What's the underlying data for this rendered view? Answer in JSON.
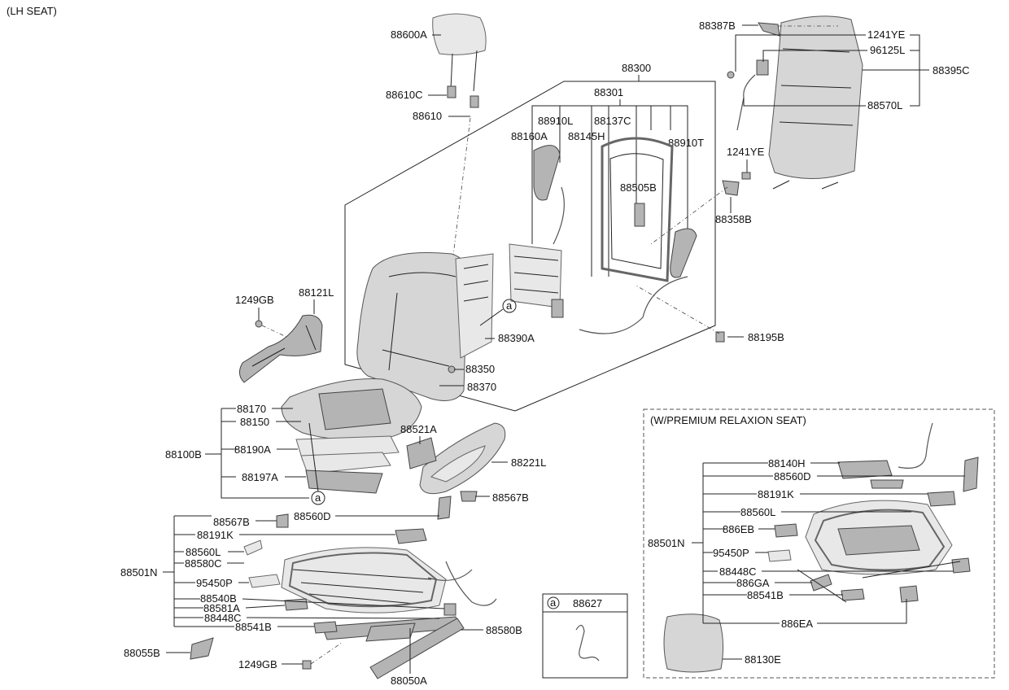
{
  "header": {
    "title": "(LH SEAT)"
  },
  "premium_box": {
    "title": "(W/PREMIUM RELAXION SEAT)"
  },
  "legend_box": {
    "symbol": "a",
    "part": "88627"
  },
  "callouts": {
    "c88600A": "88600A",
    "c88610C": "88610C",
    "c88610": "88610",
    "c88300": "88300",
    "c88301": "88301",
    "c88910L": "88910L",
    "c88137C": "88137C",
    "c88160A": "88160A",
    "c88145H": "88145H",
    "c88910T": "88910T",
    "c88505B": "88505B",
    "c88387B": "88387B",
    "c1241YE_a": "1241YE",
    "c96125L": "96125L",
    "c88395C": "88395C",
    "c88570L": "88570L",
    "c1241YE_b": "1241YE",
    "c88358B": "88358B",
    "c1249GB_a": "1249GB",
    "c88121L": "88121L",
    "c88390A": "88390A",
    "c88195B": "88195B",
    "c88350": "88350",
    "c88370": "88370",
    "c88170": "88170",
    "c88150": "88150",
    "c88100B": "88100B",
    "c88190A": "88190A",
    "c88197A": "88197A",
    "c88521A": "88521A",
    "c88221L": "88221L",
    "c88567B_r": "88567B",
    "c88567B_l": "88567B",
    "c88560D": "88560D",
    "c88191K": "88191K",
    "c88560L": "88560L",
    "c88580C": "88580C",
    "c88501N": "88501N",
    "c95450P": "95450P",
    "c88540B": "88540B",
    "c88581A": "88581A",
    "c88448C": "88448C",
    "c88541B": "88541B",
    "c88580B": "88580B",
    "c88055B": "88055B",
    "c1249GB_b": "1249GB",
    "c88050A": "88050A",
    "circle_a": "a",
    "p88140H": "88140H",
    "p88560D": "88560D",
    "p88191K": "88191K",
    "p88560L": "88560L",
    "p886EB": "886EB",
    "p88501N": "88501N",
    "p95450P": "95450P",
    "p88448C": "88448C",
    "p886GA": "886GA",
    "p88541B": "88541B",
    "p886EA": "886EA",
    "p88130E": "88130E"
  }
}
